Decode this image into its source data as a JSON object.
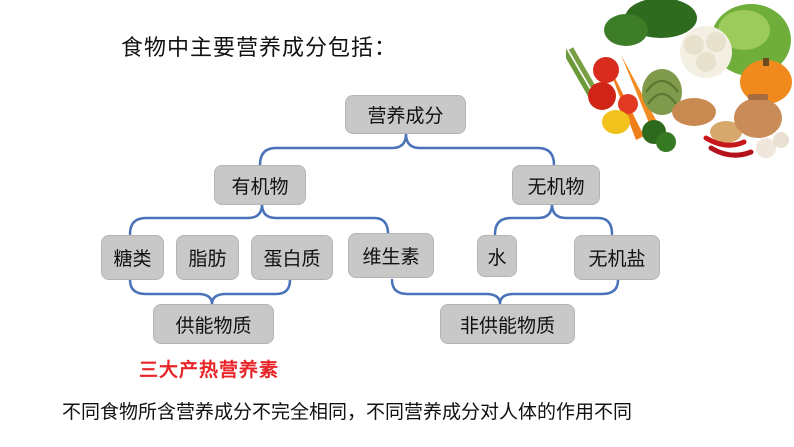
{
  "title": "食物中主要营养成分包括：",
  "nodes": {
    "root": "营养成分",
    "organic": "有机物",
    "inorganic": "无机物",
    "sugar": "糖类",
    "fat": "脂肪",
    "protein": "蛋白质",
    "vitamin": "维生素",
    "water": "水",
    "salt": "无机盐",
    "energy_supply": "供能物质",
    "non_energy_supply": "非供能物质"
  },
  "red_note": "三大产热营养素",
  "bottom_text": "不同食物所含营养成分不完全相同，不同营养成分对人体的作用不同",
  "colors": {
    "box_fill": "#c8c8c8",
    "connector": "#4a72b8",
    "accent_red": "#e8262a"
  }
}
